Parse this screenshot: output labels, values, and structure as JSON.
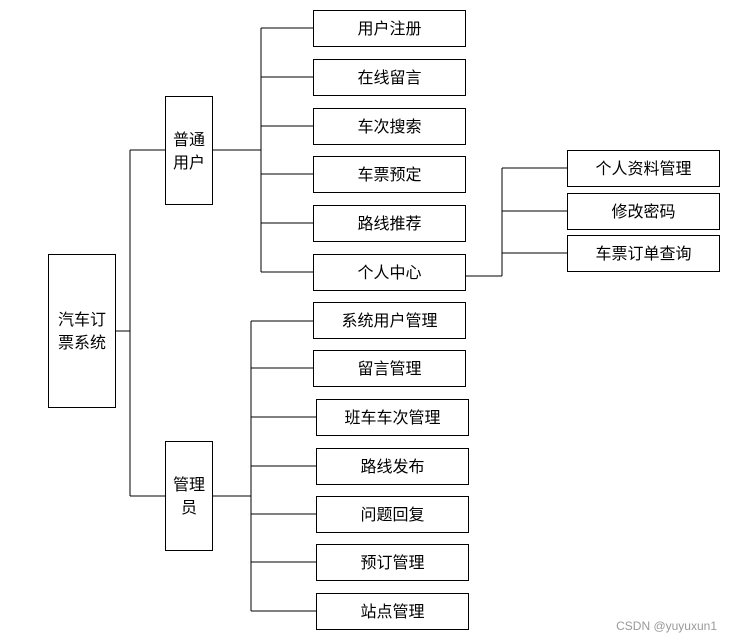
{
  "root": {
    "label": "汽车订\n票系统"
  },
  "groups": {
    "normal": {
      "label": "普通\n用户",
      "items": [
        "用户注册",
        "在线留言",
        "车次搜索",
        "车票预定",
        "路线推荐",
        "个人中心"
      ]
    },
    "center": {
      "items": [
        "个人资料管理",
        "修改密码",
        "车票订单查询"
      ]
    },
    "admin": {
      "label": "管理\n员",
      "items": [
        "系统用户管理",
        "留言管理",
        "班车车次管理",
        "路线发布",
        "问题回复",
        "预订管理",
        "站点管理"
      ]
    }
  },
  "watermark": "CSDN @yuyuxun1"
}
